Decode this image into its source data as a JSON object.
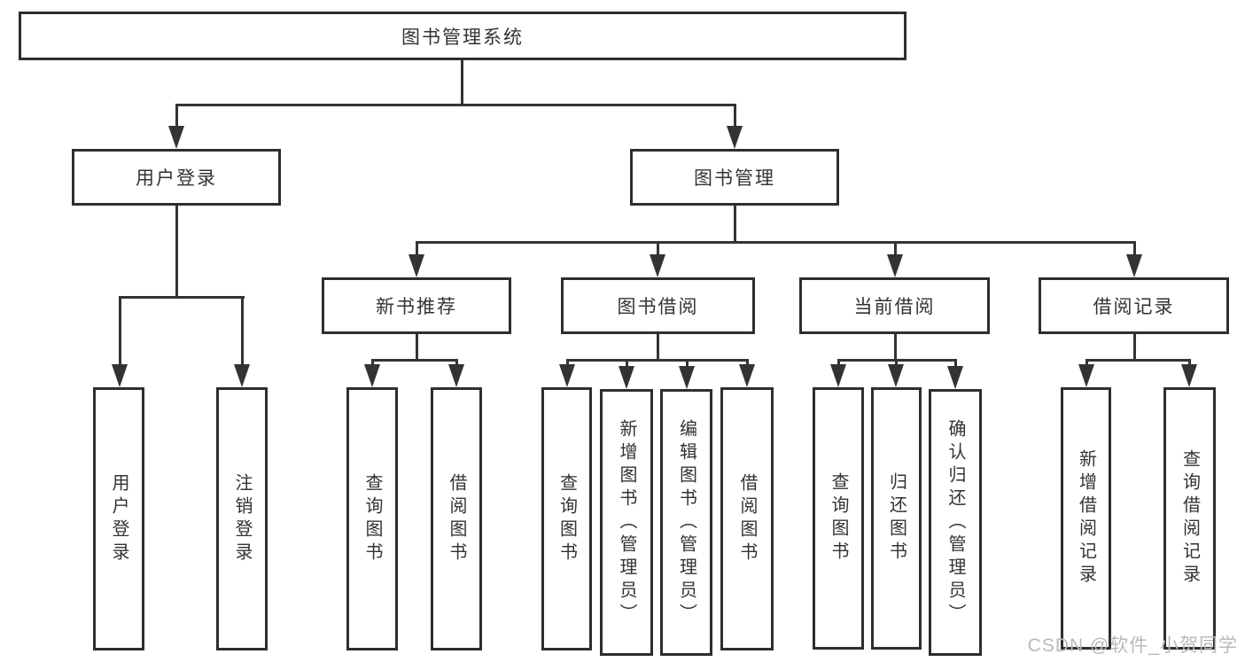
{
  "tree": {
    "root": {
      "label": "图书管理系统"
    },
    "branches": [
      {
        "label": "用户登录",
        "children": [
          {
            "label": "用户登录"
          },
          {
            "label": "注销登录"
          }
        ]
      },
      {
        "label": "图书管理",
        "children": [
          {
            "label": "新书推荐",
            "children": [
              {
                "label": "查询图书"
              },
              {
                "label": "借阅图书"
              }
            ]
          },
          {
            "label": "图书借阅",
            "children": [
              {
                "label": "查询图书"
              },
              {
                "label": "新增图书（管理员）"
              },
              {
                "label": "编辑图书（管理员）"
              },
              {
                "label": "借阅图书"
              }
            ]
          },
          {
            "label": "当前借阅",
            "children": [
              {
                "label": "查询图书"
              },
              {
                "label": "归还图书"
              },
              {
                "label": "确认归还（管理员）"
              }
            ]
          },
          {
            "label": "借阅记录",
            "children": [
              {
                "label": "新增借阅记录"
              },
              {
                "label": "查询借阅记录"
              }
            ]
          }
        ]
      }
    ]
  },
  "watermark": {
    "text": "CSDN @软件_小贺同学"
  },
  "colors": {
    "line": "#333333",
    "box_border": "#2e2e2e",
    "box_bg": "#ffffff",
    "text": "#333333",
    "watermark": "#b9b9b9",
    "background": "#ffffff"
  }
}
